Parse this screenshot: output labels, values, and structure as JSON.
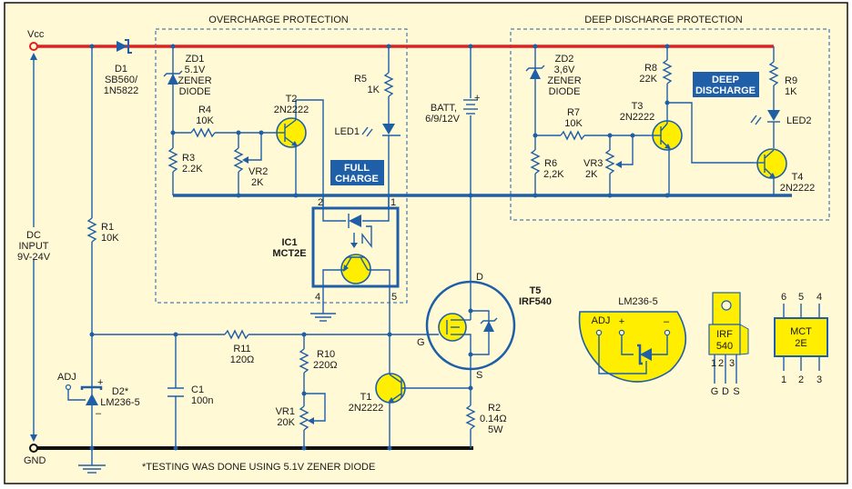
{
  "title": "Battery charger with overcharge and deep discharge protection",
  "colors": {
    "background": "#fff9d6",
    "wire": "#1e5fa8",
    "vcc_rail": "#e02020",
    "gnd_rail": "#111111",
    "component_fill": "#ffee00",
    "label_box": "#1e5fa8"
  },
  "sections": {
    "overcharge": "OVERCHARGE PROTECTION",
    "deep_discharge": "DEEP DISCHARGE PROTECTION"
  },
  "rails": {
    "vcc": "Vcc",
    "gnd": "GND",
    "dc_input_line1": "DC",
    "dc_input_line2": "INPUT",
    "dc_input_line3": "9V-24V"
  },
  "badges": {
    "full_charge_1": "FULL",
    "full_charge_2": "CHARGE",
    "deep_discharge_1": "DEEP",
    "deep_discharge_2": "DISCHARGE"
  },
  "components": {
    "d1": {
      "name": "D1",
      "value1": "SB560/",
      "value2": "1N5822"
    },
    "zd1": {
      "name": "ZD1",
      "value1": "5.1V",
      "value2": "ZENER",
      "value3": "DIODE"
    },
    "zd2": {
      "name": "ZD2",
      "value1": "3,6V",
      "value2": "ZENER",
      "value3": "DIODE"
    },
    "r1": {
      "name": "R1",
      "value": "10K"
    },
    "r2": {
      "name": "R2",
      "value1": "0.14Ω",
      "value2": "5W"
    },
    "r3": {
      "name": "R3",
      "value": "2.2K"
    },
    "r4": {
      "name": "R4",
      "value": "10K"
    },
    "r5": {
      "name": "R5",
      "value": "1K"
    },
    "r6": {
      "name": "R6",
      "value": "2,2K"
    },
    "r7": {
      "name": "R7",
      "value": "10K"
    },
    "r8": {
      "name": "R8",
      "value": "22K"
    },
    "r9": {
      "name": "R9",
      "value": "1K"
    },
    "r10": {
      "name": "R10",
      "value": "220Ω"
    },
    "r11": {
      "name": "R11",
      "value": "120Ω"
    },
    "vr1": {
      "name": "VR1",
      "value": "20K"
    },
    "vr2": {
      "name": "VR2",
      "value": "2K"
    },
    "vr3": {
      "name": "VR3",
      "value": "2K"
    },
    "t1": {
      "name": "T1",
      "value": "2N2222"
    },
    "t2": {
      "name": "T2",
      "value": "2N2222"
    },
    "t3": {
      "name": "T3",
      "value": "2N2222"
    },
    "t4": {
      "name": "T4",
      "value": "2N2222"
    },
    "t5": {
      "name": "T5",
      "value": "IRF540",
      "pin_d": "D",
      "pin_g": "G",
      "pin_s": "S"
    },
    "led1": {
      "name": "LED1"
    },
    "led2": {
      "name": "LED2"
    },
    "batt": {
      "name": "BATT,",
      "value": "6/9/12V",
      "plus": "+"
    },
    "c1": {
      "name": "C1",
      "value": "100n"
    },
    "d2": {
      "name": "D2*",
      "value": "LM236-5",
      "adj": "ADJ",
      "plus": "+",
      "minus": "–"
    },
    "ic1": {
      "name": "IC1",
      "value": "MCT2E",
      "pin1": "1",
      "pin2": "2",
      "pin4": "4",
      "pin5": "5"
    }
  },
  "pinouts": {
    "lm236": {
      "title": "LM236-5",
      "adj": "ADJ",
      "plus": "+",
      "minus": "–"
    },
    "irf540": {
      "label1": "IRF",
      "label2": "540",
      "pins": [
        "1",
        "2",
        "3"
      ],
      "pin_names": [
        "G",
        "D",
        "S"
      ]
    },
    "mct2e": {
      "label1": "MCT",
      "label2": "2E",
      "top_pins": [
        "6",
        "5",
        "4"
      ],
      "bottom_pins": [
        "1",
        "2",
        "3"
      ]
    }
  },
  "footnote": "*TESTING WAS DONE USING 5.1V ZENER DIODE"
}
